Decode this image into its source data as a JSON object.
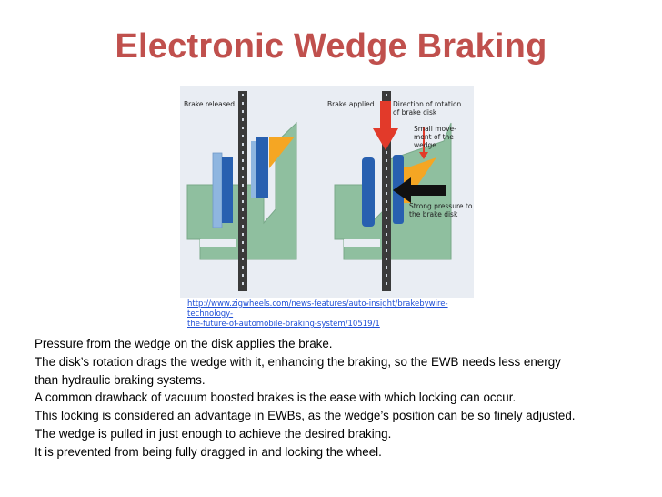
{
  "slide": {
    "title": "Electronic Wedge Braking"
  },
  "figure": {
    "label_brake_released": "Brake released",
    "label_brake_applied": "Brake applied",
    "label_direction_line1": "Direction of rotation",
    "label_direction_line2": "of brake disk",
    "label_small_line1": "Small move-",
    "label_small_line2": "ment of the",
    "label_small_line3": "wedge",
    "label_strong_line1": "Strong pressure to",
    "label_strong_line2": "the brake disk",
    "colors": {
      "housing": "#8fbf9f",
      "disk": "#3a3a3a",
      "pad": "#2860b0",
      "backing": "#8fb6e0",
      "wedge": "#f5a623",
      "arrow_red": "#e23a2a",
      "arrow_black": "#111111"
    },
    "source_link_line1": "http://www.zigwheels.com/news-features/auto-insight/brakebywire-technology-",
    "source_link_line2": "the-future-of-automobile-braking-system/10519/1"
  },
  "body": {
    "lines": [
      "Pressure from the wedge on the disk applies the brake.",
      "The disk’s rotation drags the wedge with it, enhancing the braking, so the EWB needs less energy",
      "than hydraulic braking systems.",
      "A common drawback of vacuum boosted brakes is the ease with which locking can occur.",
      "This locking is considered an advantage in EWBs, as the wedge’s position can be so finely adjusted.",
      "The wedge is pulled in just enough to achieve the desired braking.",
      "It is prevented from being fully dragged in and locking the wheel."
    ]
  }
}
